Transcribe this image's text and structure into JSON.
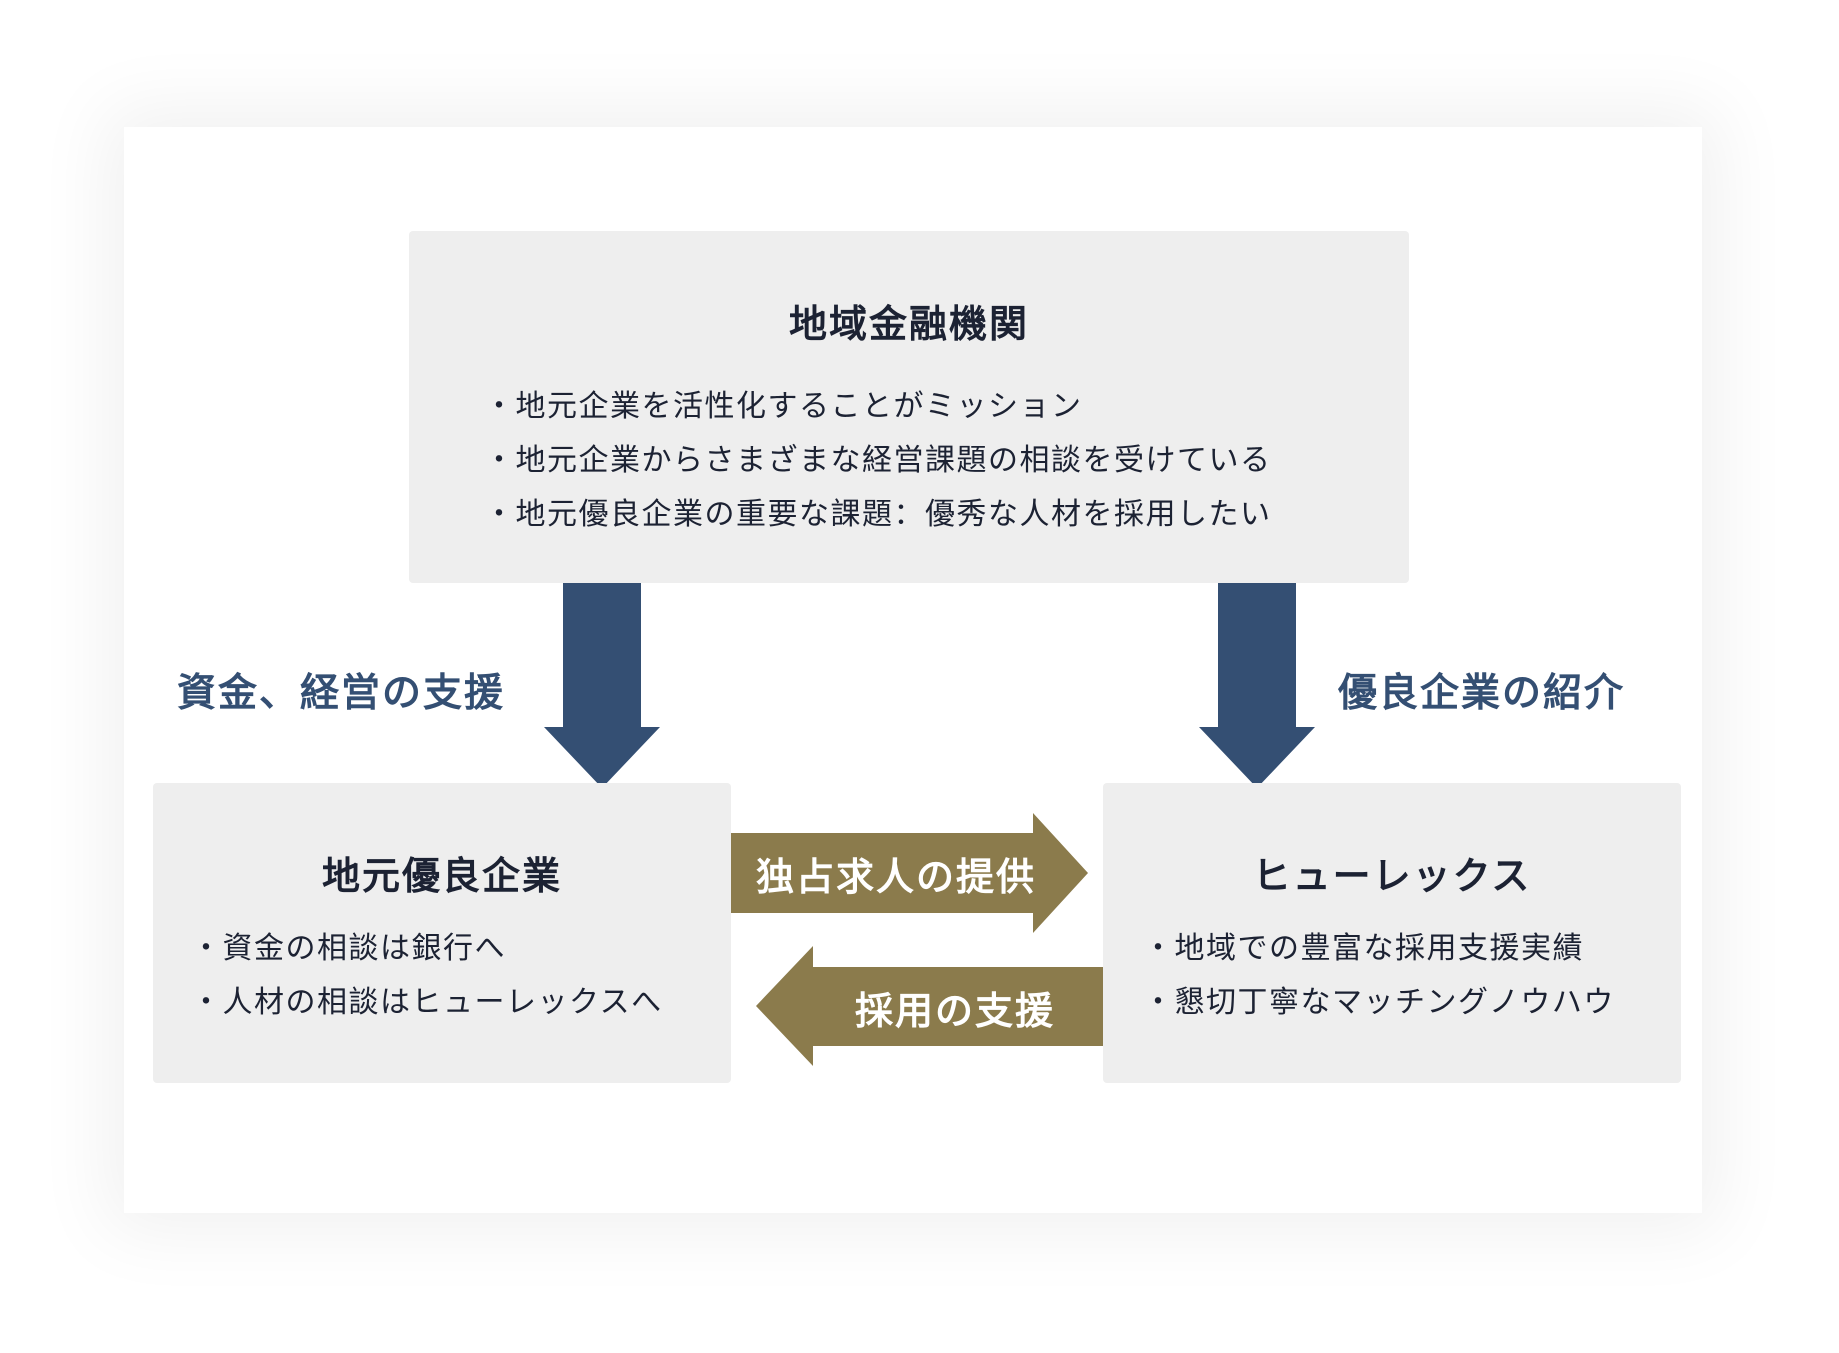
{
  "colors": {
    "box_fill": "#eeeeee",
    "navy_arrow": "#344f73",
    "gold_arrow": "#8b7b4c",
    "title_text": "#1c2233",
    "side_label_text": "#344f73"
  },
  "bank": {
    "title": "地域金融機関",
    "bullets": [
      "地元企業を活性化することがミッション",
      "地元企業からさまざまな経営課題の相談を受けている",
      "地元優良企業の重要な課題：優秀な人材を採用したい"
    ]
  },
  "local": {
    "title": "地元優良企業",
    "bullets": [
      "資金の相談は銀行へ",
      "人材の相談はヒューレックスへ"
    ]
  },
  "hurex": {
    "title": "ヒューレックス",
    "bullets": [
      "地域での豊富な採用支援実績",
      "懇切丁寧なマッチングノウハウ"
    ]
  },
  "arrows": {
    "bank_to_local": "資金、経営の支援",
    "bank_to_hurex": "優良企業の紹介",
    "local_to_hurex": "独占求人の提供",
    "hurex_to_local": "採用の支援"
  }
}
